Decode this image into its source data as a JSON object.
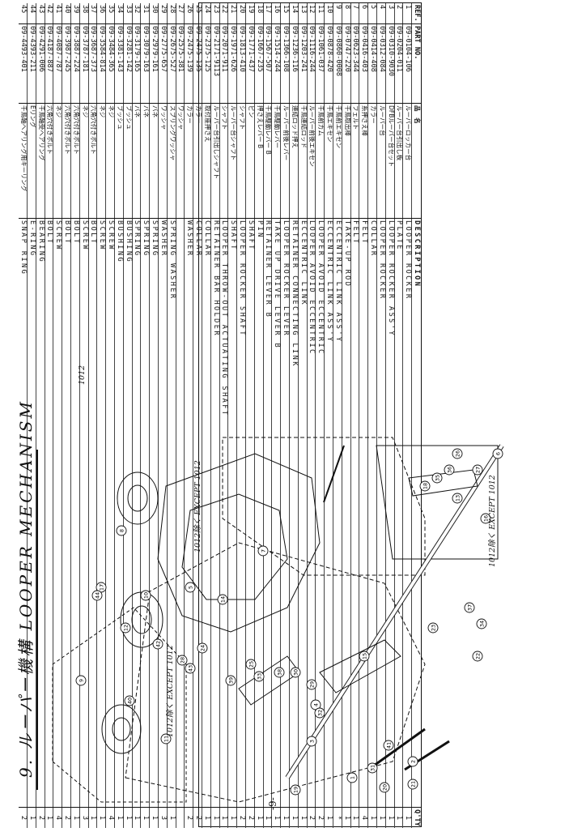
{
  "page": {
    "title": "9. ルーパー機構  LOOPER MECHANISM",
    "page_number": "-9-",
    "diagram_labels": {
      "box_a": "1012",
      "box_b": "1012除く EXCEPT 1012",
      "box_c": "1012除く EXCEPT 1012",
      "box_d": "1012除く EXCEPT 1012"
    },
    "callouts": [
      "1",
      "2",
      "3",
      "4",
      "5",
      "6",
      "7",
      "8",
      "9",
      "10",
      "11",
      "12",
      "13",
      "14",
      "15",
      "16",
      "17",
      "18",
      "19",
      "20",
      "21",
      "22",
      "23",
      "24",
      "25",
      "26",
      "27",
      "28",
      "29",
      "30",
      "31",
      "32",
      "33",
      "34",
      "35",
      "36",
      "37",
      "38",
      "39",
      "40",
      "41",
      "42",
      "43",
      "44"
    ]
  },
  "table": {
    "headers": {
      "ref": "REF. NO.",
      "part": "PART NO.",
      "jp": "品　名",
      "desc": "DESCRIPTION",
      "qty": "Q'TY"
    },
    "rows": [
      {
        "ref": "1",
        "part": "09-0104-106",
        "jp": "ルーパーロッカー台",
        "desc": "LOOPER ROCKER",
        "qty": "1"
      },
      {
        "ref": "2",
        "part": "09-0204-011",
        "jp": "ルーパー台引出し板",
        "desc": "PLATE",
        "qty": "1"
      },
      {
        "ref": "3",
        "part": "09-0310-9030",
        "jp": "DFBルーパー台セット",
        "desc": "LOOPER ROCKER ASS'Y",
        "qty": "1"
      },
      {
        "ref": "4",
        "part": "09-0312-084",
        "jp": "ルーパー台",
        "desc": "LOOPER ROCKER",
        "qty": "1"
      },
      {
        "ref": "5",
        "part": "09-0414-408",
        "desc": "COLLAR",
        "jp": "カラー",
        "qty": "1"
      },
      {
        "ref": "6",
        "part": "09-0416-403",
        "jp": "糸押さえ棒",
        "desc": "FELT",
        "qty": "4"
      },
      {
        "ref": "7",
        "part": "09-0623-344",
        "jp": "フェルト",
        "desc": "FELT",
        "qty": "1"
      },
      {
        "ref": "8",
        "part": "09-0747-220",
        "jp": "千鳥取出棒",
        "desc": "TAKE-UP ROD",
        "qty": "1"
      },
      {
        "ref": "9",
        "part": "09-0860-0008",
        "jp": "千鳥前エキセン",
        "desc": "ECCENTRIC LINK ASS'Y",
        "qty": "*"
      },
      {
        "ref": "10",
        "part": "09-0878-420",
        "jp": "千鳥エキセン",
        "desc": "ECCENTRIC LINK ASS'Y",
        "qty": "1"
      },
      {
        "ref": "11",
        "part": "09-1061-037",
        "jp": "千鳥前カム",
        "desc": "LOOPER AVOID ECCENTRIC",
        "qty": "2"
      },
      {
        "ref": "12",
        "part": "09-1116-244",
        "jp": "ルーパー前後エキセン",
        "desc": "LOOPER AVOID ECCENTRIC",
        "qty": "2"
      },
      {
        "ref": "13",
        "part": "09-1203-241",
        "jp": "千鳥連結ロッド",
        "desc": "ECCENTRIC LINK",
        "qty": "1"
      },
      {
        "ref": "14",
        "part": "09-1236-116",
        "jp": "連結ロッド押え",
        "desc": "RETAINER CONNECTING LINK",
        "qty": "1"
      },
      {
        "ref": "15",
        "part": "09-1366-108",
        "jp": "ルーパー前後レバー",
        "desc": "LOOPER ROCKER LEVER",
        "qty": "1"
      },
      {
        "ref": "16",
        "part": "09-1514-244",
        "jp": "千鳥駆動レバー",
        "desc": "TAKE UP DRIVE LEVER B",
        "qty": "1"
      },
      {
        "ref": "17",
        "part": "09-1567-507",
        "jp": "千鳥駆動レバー B",
        "desc": "RETAINER LEVER B",
        "qty": "1"
      },
      {
        "ref": "18",
        "part": "09-1667-235",
        "jp": "押さえレバー B",
        "desc": "PIN",
        "qty": "1"
      },
      {
        "ref": "19",
        "part": "09-1771-437",
        "jp": "ピン",
        "desc": "SHAFT",
        "qty": "2"
      },
      {
        "ref": "20",
        "part": "09-1813-410",
        "jp": "シャフト",
        "desc": "LOOPER ROCKER SHAFT",
        "qty": "2"
      },
      {
        "ref": "21",
        "part": "09-1971-626",
        "jp": "ルーパー台シャフト",
        "desc": "SHAFT",
        "qty": "1"
      },
      {
        "ref": "22",
        "part": "09-2071-911",
        "jp": "シャフト",
        "desc": "LOOPER THROW-OUT ACTUATING SHAFT",
        "qty": "1"
      },
      {
        "ref": "23",
        "part": "09-2171-9113",
        "jp": "ルーパー台引出しシャフト",
        "desc": "RETAINER BAR HOLDER",
        "qty": "1"
      },
      {
        "ref": "24",
        "part": "09-2375-125",
        "jp": "取付座押さえ",
        "desc": "COLLAR",
        "qty": "1"
      },
      {
        "ref": "25",
        "part": "09-2475-135",
        "jp": "カラー",
        "desc": "COLLAR",
        "qty": "2"
      },
      {
        "ref": "26",
        "part": "09-2475-139",
        "jp": "カラー",
        "desc": "WASHER",
        "qty": "2"
      },
      {
        "ref": "27",
        "part": "09-2575-381",
        "jp": "ワッシャ",
        "desc": "",
        "qty": ""
      },
      {
        "ref": "28",
        "part": "09-2675-527",
        "jp": "スプリングワッシャ",
        "desc": "SPRING WASHER",
        "qty": "1"
      },
      {
        "ref": "29",
        "part": "09-2775-657",
        "jp": "ワッシャ",
        "desc": "WASHER",
        "qty": "3"
      },
      {
        "ref": "30",
        "part": "09-2979-161",
        "jp": "バネ",
        "desc": "SPRING",
        "qty": "1"
      },
      {
        "ref": "31",
        "part": "09-3079-163",
        "jp": "バネ",
        "desc": "SPRING",
        "qty": "1"
      },
      {
        "ref": "32",
        "part": "09-3179-165",
        "jp": "バネ",
        "desc": "SPRING",
        "qty": "1"
      },
      {
        "ref": "33",
        "part": "09-3281-142",
        "jp": "ブッシュ",
        "desc": "BUSHING",
        "qty": "1"
      },
      {
        "ref": "34",
        "part": "09-3381-143",
        "jp": "ブッシュ",
        "desc": "BUSHING",
        "qty": "1"
      },
      {
        "ref": "35",
        "part": "09-3484-365",
        "jp": "ネジ",
        "desc": "SCREW",
        "qty": "4"
      },
      {
        "ref": "36",
        "part": "09-3584-814",
        "jp": "ネジ",
        "desc": "SCREW",
        "qty": "1"
      },
      {
        "ref": "37",
        "part": "09-3687-373",
        "jp": "六角穴付きボルト",
        "desc": "BOLT",
        "qty": "1"
      },
      {
        "ref": "38",
        "part": "09-3787-181",
        "jp": "ネジ",
        "desc": "SCREW",
        "qty": "3"
      },
      {
        "ref": "39",
        "part": "09-3887-224",
        "jp": "六角穴付きボルト",
        "desc": "BOLT",
        "qty": "1"
      },
      {
        "ref": "40",
        "part": "09-3987-245",
        "jp": "六角穴付きボルト",
        "desc": "BOLT",
        "qty": "2"
      },
      {
        "ref": "41",
        "part": "09-4087-787",
        "jp": "ネジ",
        "desc": "SCREW",
        "qty": "4"
      },
      {
        "ref": "42",
        "part": "09-4187-887",
        "jp": "六角穴付きボルト",
        "desc": "BOLT",
        "qty": "1"
      },
      {
        "ref": "43",
        "part": "09-4291-006",
        "jp": "千鳥軸受へアリング",
        "desc": "BEARING",
        "qty": "2"
      },
      {
        "ref": "44",
        "part": "09-4393-211",
        "jp": "Eリング",
        "desc": "E-RING",
        "qty": "1"
      },
      {
        "ref": "45",
        "part": "09-4493-401",
        "jp": "千鳥軸へアリング用キーリング",
        "desc": "SNAP RING",
        "qty": "2"
      }
    ]
  }
}
